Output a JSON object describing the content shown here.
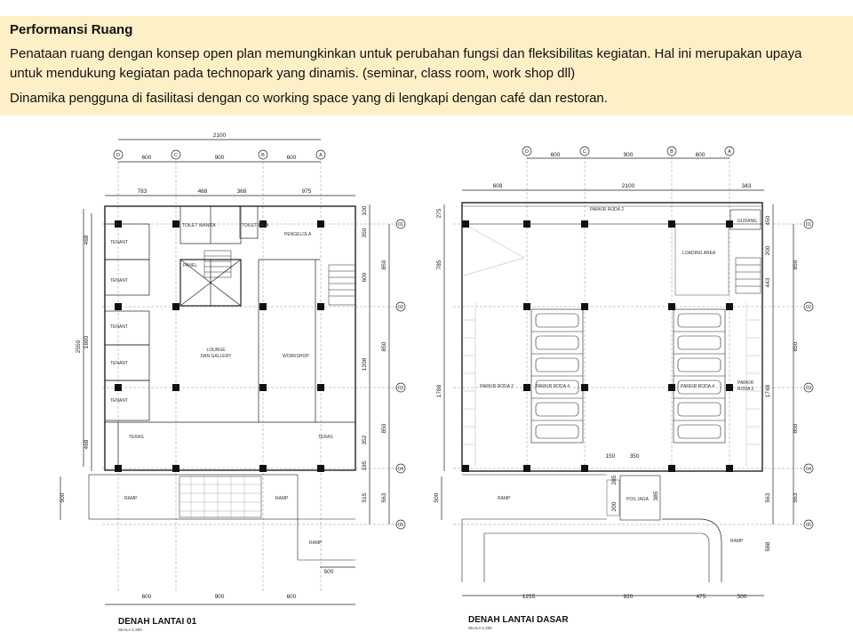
{
  "panel": {
    "title": "Performansi Ruang",
    "paragraph1": "Penataan ruang dengan konsep open plan memungkinkan untuk perubahan fungsi dan fleksibilitas kegiatan. Hal ini merupakan upaya untuk mendukung kegiatan pada technopark yang dinamis. (seminar, class room, work shop dll)",
    "paragraph2": "Dinamika pengguna di fasilitasi dengan co working space yang di lengkapi dengan café dan restoran."
  },
  "plan1": {
    "title": "DENAH LANTAI 01",
    "scale": "SKALA 1:200",
    "axes_top": [
      "D",
      "C",
      "B",
      "A"
    ],
    "axes_right": [
      "01",
      "02",
      "03",
      "04",
      "05"
    ],
    "dims_top_total": "2100",
    "dims_top": [
      "600",
      "900",
      "600"
    ],
    "dims_top2": [
      "783",
      "468",
      "368",
      "975"
    ],
    "dims_bottom": [
      "600",
      "900",
      "600"
    ],
    "dims_ramp": "500",
    "dims_left": [
      "2550"
    ],
    "dims_left2": [
      "468",
      "1660",
      "468"
    ],
    "dims_left3": "500",
    "dims_right": [
      "100",
      "350",
      "600",
      "1208",
      "352",
      "195",
      "515"
    ],
    "dims_right2": [
      "850",
      "850",
      "850",
      "563"
    ],
    "rooms": {
      "tenant": "TENANT",
      "lounge1": "LOUNGE",
      "lounge2": "DAN GALLERY",
      "workshop": "WORKSHOP",
      "pengelola": "PENGELOLA",
      "panel": "PANEL",
      "teras": "TERAS",
      "ramp": "RAMP",
      "toilet_w": "TOILET WANITA",
      "toilet_p": "TOILET PRIA"
    }
  },
  "plan2": {
    "title": "DENAH LANTAI DASAR",
    "scale": "SKALA 1:200",
    "axes_top": [
      "D",
      "C",
      "B",
      "A"
    ],
    "axes_right": [
      "01",
      "02",
      "03",
      "04",
      "05"
    ],
    "dims_top": [
      "600",
      "900",
      "600"
    ],
    "dims_top2": [
      "608",
      "2100",
      "343"
    ],
    "dims_post": [
      "150",
      "350"
    ],
    "dims_bottom": [
      "1255",
      "820",
      "475",
      "500"
    ],
    "dims_left": [
      "275",
      "785",
      "1788"
    ],
    "dims_left3": "500",
    "dims_right": [
      "450",
      "200",
      "443",
      "1748",
      "563",
      "588"
    ],
    "dims_right2": [
      "850",
      "850",
      "850",
      "563"
    ],
    "dims_pos": [
      "285",
      "200",
      "385"
    ],
    "rooms": {
      "parkir_roda2": "PARKIR RODA 2",
      "parkir_roda4": "PARKIR RODA 4",
      "loading": "LOADING AREA",
      "gudang": "GUDANG",
      "pos_jaga": "POS JAGA",
      "ramp": "RAMP",
      "parkir": "PARKIR",
      "roda2": "RODA 2"
    }
  }
}
